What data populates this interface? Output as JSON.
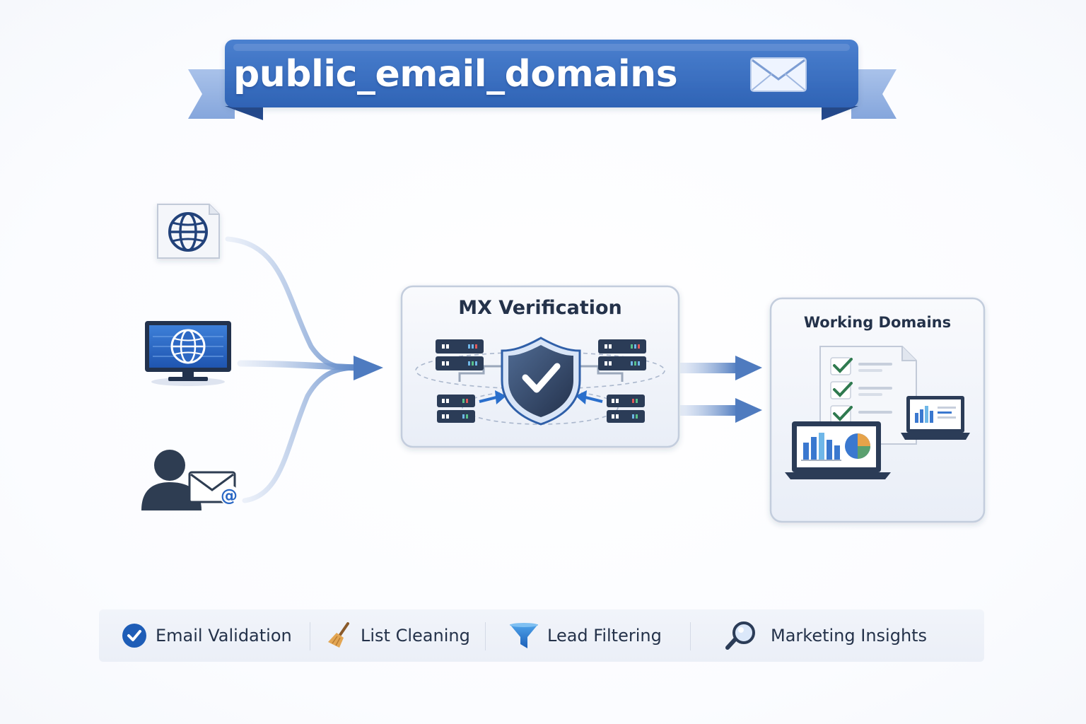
{
  "banner": {
    "title": "public_email_domains",
    "icon": "envelope-icon"
  },
  "sources": [
    {
      "icon": "globe-document-icon"
    },
    {
      "icon": "globe-monitor-icon"
    },
    {
      "icon": "user-email-icon"
    }
  ],
  "mx_verification": {
    "title": "MX Verification",
    "icons": [
      "mail-server-icon",
      "shield-check-icon"
    ]
  },
  "working_domains": {
    "title": "Working Domains",
    "icons": [
      "checklist-icon",
      "laptop-chart-icon"
    ]
  },
  "features": [
    {
      "label": "Email Validation",
      "icon": "check-circle-icon"
    },
    {
      "label": "List Cleaning",
      "icon": "broom-icon"
    },
    {
      "label": "Lead Filtering",
      "icon": "funnel-icon"
    },
    {
      "label": "Marketing Insights",
      "icon": "magnifier-icon"
    }
  ],
  "colors": {
    "brand": "#3a6fc2",
    "navy": "#2b3c57",
    "check_green": "#2f7a4f",
    "text": "#24324a"
  }
}
